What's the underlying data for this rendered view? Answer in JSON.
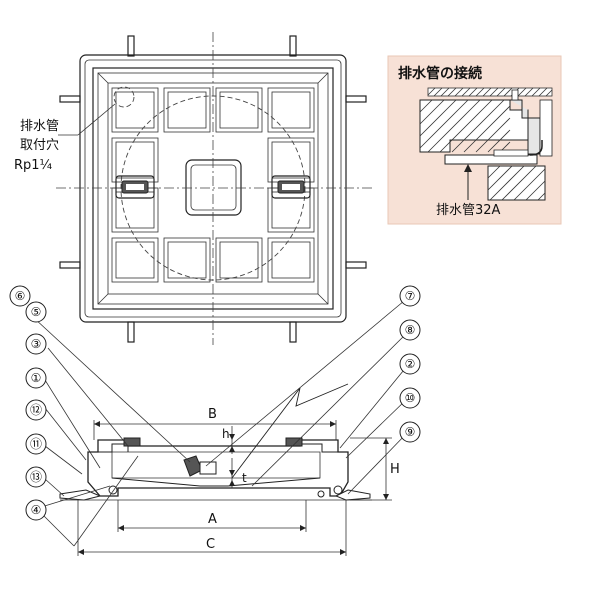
{
  "top_view": {
    "drain_label_line1": "排水管",
    "drain_label_line2": "取付穴",
    "drain_label_line3": "Rp1¼"
  },
  "inset": {
    "title": "排水管の接続",
    "pipe_label": "排水管32A",
    "background_color": "#f7e1d6"
  },
  "section": {
    "dim_B": "B",
    "dim_A": "A",
    "dim_C": "C",
    "dim_H": "H",
    "dim_h": "h",
    "dim_t": "t"
  },
  "callouts": [
    "①",
    "②",
    "③",
    "④",
    "⑤",
    "⑥",
    "⑦",
    "⑧",
    "⑨",
    "⑩",
    "⑪",
    "⑫",
    "⑬"
  ]
}
